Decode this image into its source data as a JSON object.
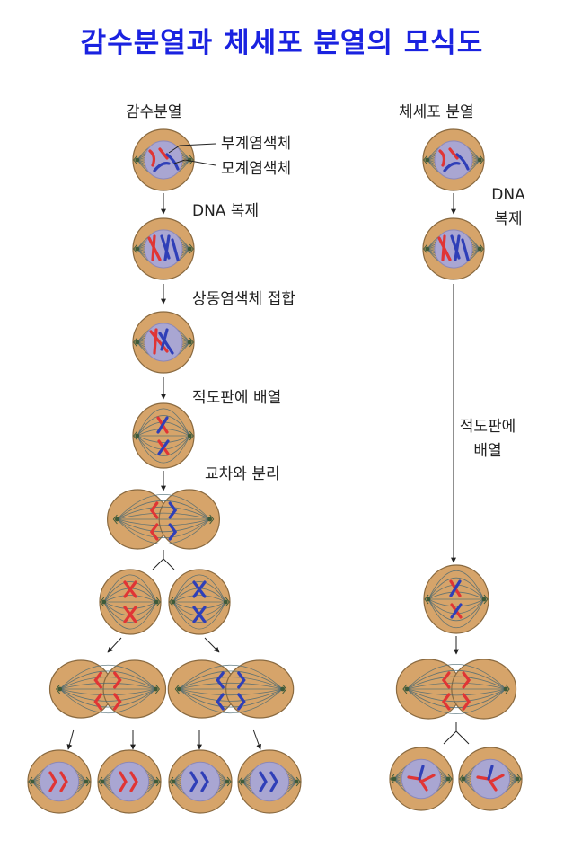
{
  "title": "감수분열과 체세포 분열의 모식도",
  "colors": {
    "title": "#1a22e0",
    "cell_fill": "#d6a46a",
    "cell_stroke": "#8a6a40",
    "nucleus_fill": "#a9a6d2",
    "spindle": "#4e6b73",
    "paternal": "#e03535",
    "maternal": "#2f3fb8",
    "arrow": "#222222"
  },
  "meiosis": {
    "heading": "감수분열",
    "legend_paternal": "부계염색체",
    "legend_maternal": "모계염색체",
    "step_dna": "DNA 복제",
    "step_synapsis": "상동염색체 접합",
    "step_align": "적도판에 배열",
    "step_separation": "교차와 분리"
  },
  "mitosis": {
    "heading": "체세포 분열",
    "step_dna_line1": "DNA",
    "step_dna_line2": "복제",
    "step_align_line1": "적도판에",
    "step_align_line2": "배열"
  }
}
